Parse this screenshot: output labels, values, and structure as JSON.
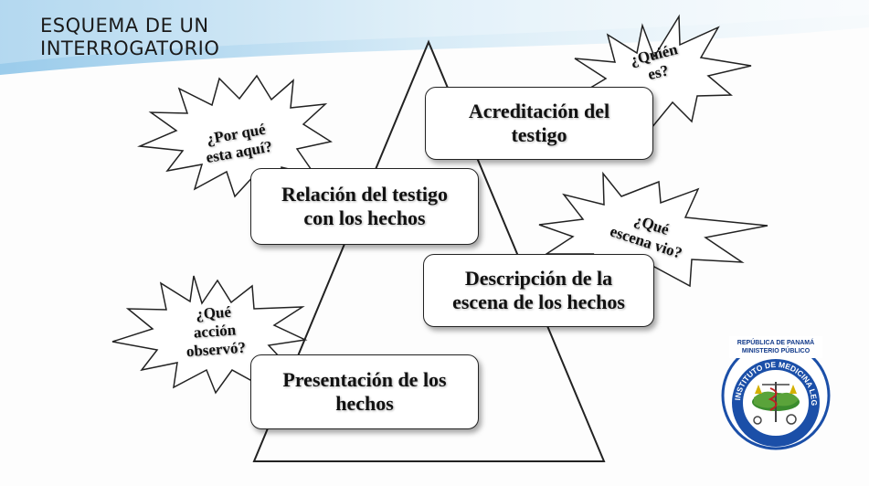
{
  "title": {
    "line1": "Esquema  de un",
    "line2": "interrogatorio"
  },
  "boxes": {
    "acreditacion": {
      "line1": "Acreditación del",
      "line2": "testigo"
    },
    "relacion": {
      "line1": "Relación del testigo",
      "line2": "con los hechos"
    },
    "descripcion": {
      "line1": "Descripción de la",
      "line2": "escena de los hechos"
    },
    "presentacion": {
      "line1": "Presentación de los",
      "line2": "hechos"
    }
  },
  "bursts": {
    "quien": {
      "line1": "¿Quién",
      "line2": "es?"
    },
    "porque": {
      "line1": "¿Por qué",
      "line2": "esta aquí?"
    },
    "escena": {
      "line1": "¿Qué",
      "line2": "escena vio?"
    },
    "accion": {
      "line1": "¿Qué",
      "line2": "acción",
      "line3": "observó?"
    }
  },
  "seal": {
    "top_line1": "REPÚBLICA DE PANAMÁ",
    "top_line2": "MINISTERIO PÚBLICO",
    "ring_text": "INSTITUTO DE MEDICINA LEGAL Y CIENCIAS FORENSES"
  },
  "colors": {
    "accent": "#4a9fd8",
    "seal_blue": "#1b4fa8"
  }
}
